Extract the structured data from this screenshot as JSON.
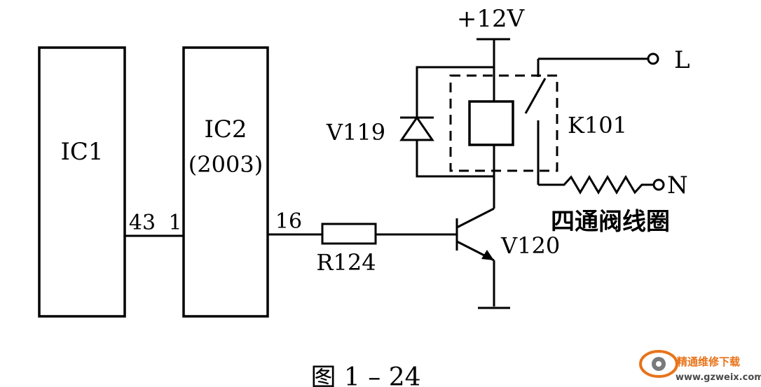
{
  "blocks": {
    "ic1": "IC1",
    "ic2_name": "IC2",
    "ic2_part": "(2003)"
  },
  "pins": {
    "ic1_out": "43",
    "ic2_in": "1",
    "ic2_out": "16"
  },
  "components": {
    "resistor": "R124",
    "transistor": "V120",
    "diode": "V119",
    "relay": "K101"
  },
  "supply": "+12V",
  "terminals": {
    "live": "L",
    "neutral": "N"
  },
  "load_label": "四通阀线圈",
  "caption": "图 1 – 24",
  "watermark": {
    "name": "精通维修下载",
    "url": "www.gzweix.com",
    "accent": "#e8731a"
  }
}
